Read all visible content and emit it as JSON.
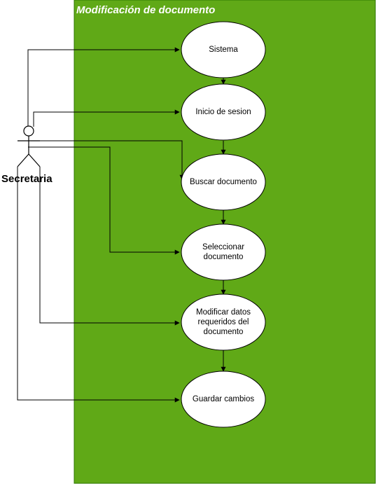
{
  "boundary": {
    "title": "Modificación de documento",
    "fill": "#60a917",
    "stroke": "#2d7600"
  },
  "actor": {
    "name": "Secretaria"
  },
  "use_cases": [
    {
      "id": "sistema",
      "lines": [
        "Sistema"
      ]
    },
    {
      "id": "inicio-de-sesion",
      "lines": [
        "Inicio de sesion"
      ]
    },
    {
      "id": "buscar-documento",
      "lines": [
        "Buscar documento"
      ]
    },
    {
      "id": "seleccionar-documento",
      "lines": [
        "Seleccionar",
        "documento"
      ]
    },
    {
      "id": "modificar-datos",
      "lines": [
        "Modificar datos",
        "requeridos del",
        "documento"
      ]
    },
    {
      "id": "guardar-cambios",
      "lines": [
        "Guardar cambios"
      ]
    }
  ],
  "flow": [
    {
      "from": "sistema",
      "to": "inicio-de-sesion"
    },
    {
      "from": "inicio-de-sesion",
      "to": "buscar-documento"
    },
    {
      "from": "buscar-documento",
      "to": "seleccionar-documento"
    },
    {
      "from": "seleccionar-documento",
      "to": "modificar-datos"
    },
    {
      "from": "modificar-datos",
      "to": "guardar-cambios"
    }
  ],
  "associations": [
    {
      "from": "actor",
      "to": "sistema"
    },
    {
      "from": "actor",
      "to": "inicio-de-sesion"
    },
    {
      "from": "actor",
      "to": "buscar-documento"
    },
    {
      "from": "actor",
      "to": "seleccionar-documento"
    },
    {
      "from": "actor",
      "to": "modificar-datos"
    },
    {
      "from": "actor",
      "to": "guardar-cambios"
    }
  ]
}
